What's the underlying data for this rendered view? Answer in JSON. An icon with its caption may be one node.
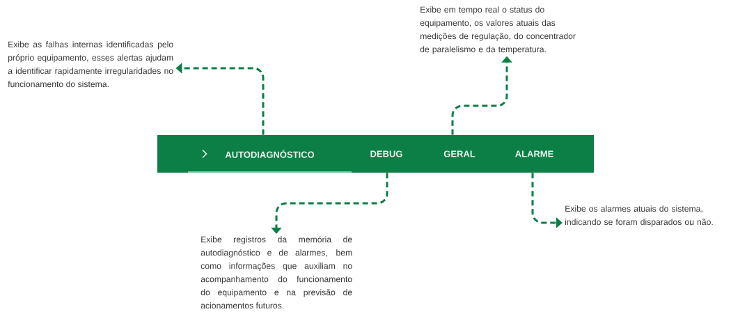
{
  "diagram": {
    "nodes": [
      {
        "text": [],
        "shape": "bar"
      },
      {
        "text": [
          "AUTODIAGNÓSTICO"
        ],
        "in": 0
      },
      {
        "text": [
          "DEBUG"
        ],
        "in": 0
      },
      {
        "text": [
          "GERAL"
        ],
        "in": 0
      },
      {
        "text": [
          "ALARME"
        ],
        "in": 0
      },
      {
        "text": [
          "Exibe as falhas internas identificadas pelo próprio equipamento, esses alertas ajudam a identificar rapidamente irregularidades no funcionamento do sistema."
        ]
      },
      {
        "text": [
          "Exibe em tempo real o status do equipamento, os valores atuais das medições de regulação, do concentrador de paralelismo e da temperatura."
        ]
      },
      {
        "text": [
          "Exibe registros da memória de autodiagnóstico e de alarmes, bem como informações que auxiliam no acompanhamento do funcionamento do equipamento e na previsão de acionamentos futuros."
        ]
      },
      {
        "text": [
          "Exibe os alarmes atuais do sistema, indicando se foram disparados ou não."
        ]
      }
    ],
    "edges": [
      {
        "from": 1,
        "to": 5,
        "arrow": "to",
        "style": "dashed"
      },
      {
        "from": 3,
        "to": 6,
        "arrow": "to",
        "style": "dashed"
      },
      {
        "from": 2,
        "to": 7,
        "arrow": "to",
        "style": "dashed"
      },
      {
        "from": 4,
        "to": 8,
        "arrow": "to",
        "style": "dashed"
      }
    ]
  }
}
